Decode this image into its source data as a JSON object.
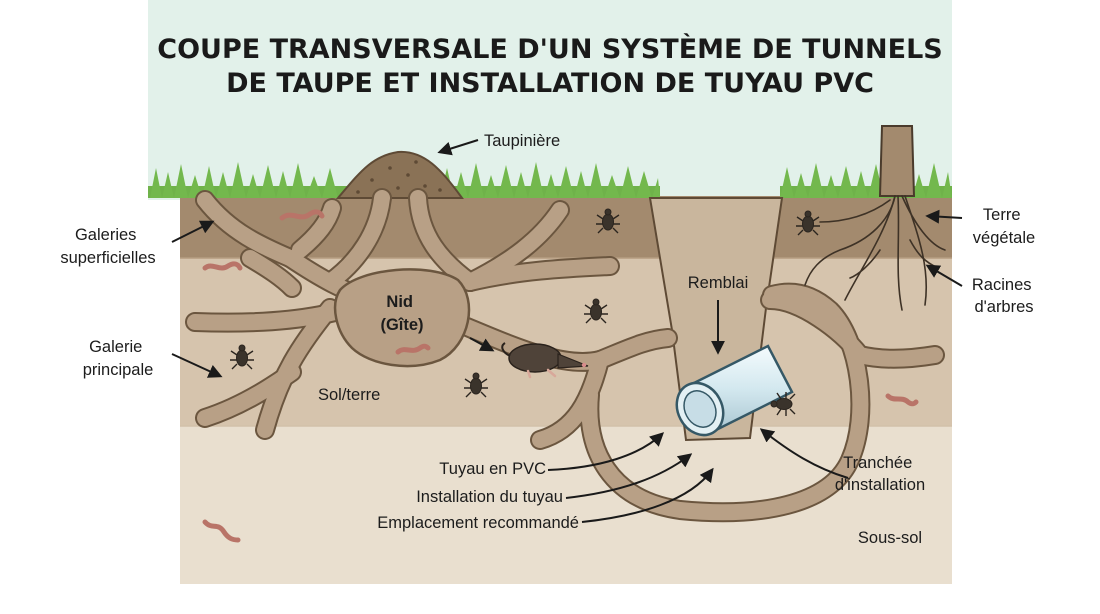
{
  "title": {
    "line1": "COUPE TRANSVERSALE D'UN SYSTÈME DE TUNNELS",
    "line2": "DE TAUPE ET  INSTALLATION DE TUYAU PVC"
  },
  "labels": {
    "taupiniere": "Taupinière",
    "galeries_superficielles": [
      "Galeries",
      "superficielles"
    ],
    "galerie_principale": [
      "Galerie",
      "principale"
    ],
    "nid": [
      "Nid",
      "(Gîte)"
    ],
    "sol_terre": "Sol/terre",
    "remblai": "Remblai",
    "terre_vegetale": [
      "Terre",
      "végétale"
    ],
    "racines": [
      "Racines",
      "d'arbres"
    ],
    "tuyau_pvc": "Tuyau en PVC",
    "installation_tuyau": "Installation du tuyau",
    "emplacement": "Emplacement recommandé",
    "tranchee": [
      "Tranchée",
      "d'installation"
    ],
    "sous_sol": "Sous-sol"
  },
  "colors": {
    "sky": "#e2f1ea",
    "grass": "#6fb24a",
    "topsoil": "#a38a6e",
    "soil": "#d6c4ad",
    "subsoil": "#e9dfcf",
    "tunnel": "#b8a086",
    "tunnel_edge": "#6b563f",
    "trench": "#c9b69d",
    "pipe": "#d9ecf2",
    "worm": "#b97468",
    "mole": "#4f4339"
  },
  "icons": [
    "mole-icon",
    "worm-icon",
    "beetle-icon",
    "tree-trunk-icon",
    "arrow-icon"
  ]
}
